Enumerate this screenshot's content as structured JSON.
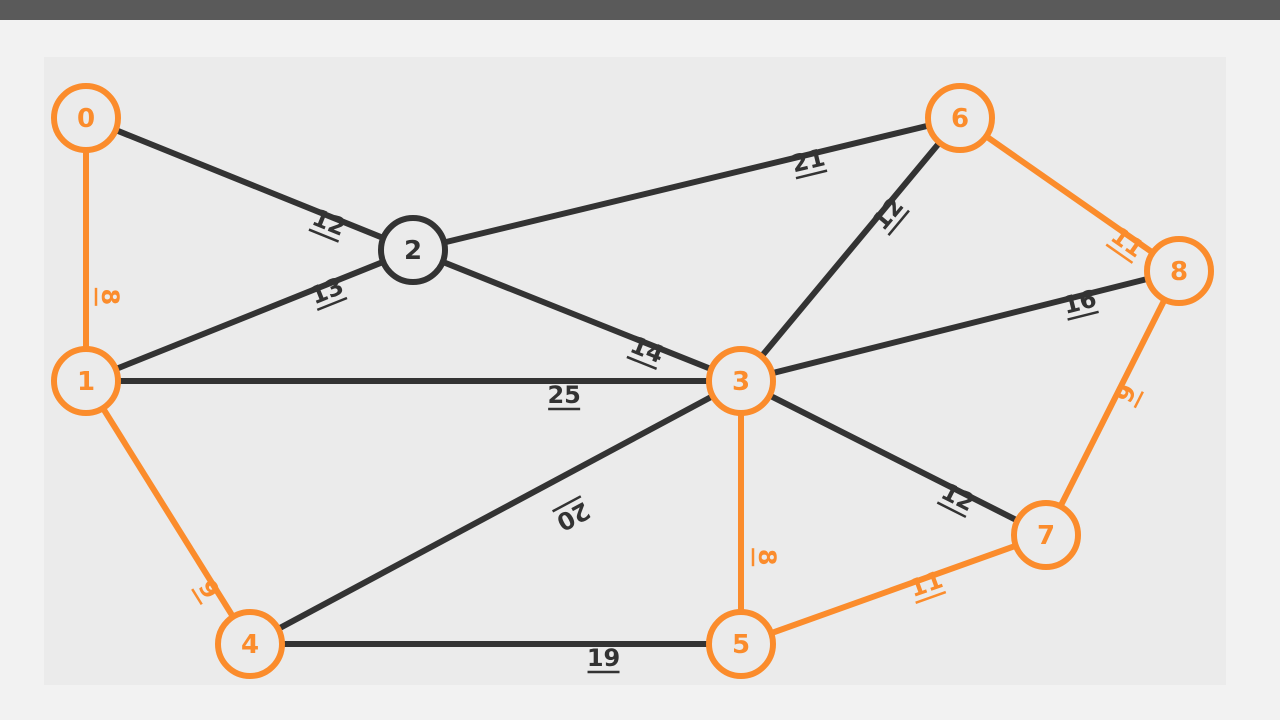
{
  "colors": {
    "highlight": "#fb8c2c",
    "default": "#333333",
    "node_fill": "#ebebeb",
    "panel": "#ebebeb",
    "topbar": "#5a5a5a"
  },
  "nodes": [
    {
      "id": "0",
      "label": "0",
      "highlighted": true
    },
    {
      "id": "1",
      "label": "1",
      "highlighted": true
    },
    {
      "id": "2",
      "label": "2",
      "highlighted": false
    },
    {
      "id": "3",
      "label": "3",
      "highlighted": true
    },
    {
      "id": "4",
      "label": "4",
      "highlighted": true
    },
    {
      "id": "5",
      "label": "5",
      "highlighted": true
    },
    {
      "id": "6",
      "label": "6",
      "highlighted": true
    },
    {
      "id": "7",
      "label": "7",
      "highlighted": true
    },
    {
      "id": "8",
      "label": "8",
      "highlighted": true
    }
  ],
  "edges": [
    {
      "from": "0",
      "to": "1",
      "weight": "8",
      "highlighted": true
    },
    {
      "from": "0",
      "to": "2",
      "weight": "12",
      "highlighted": false
    },
    {
      "from": "1",
      "to": "2",
      "weight": "13",
      "highlighted": false
    },
    {
      "from": "1",
      "to": "3",
      "weight": "25",
      "highlighted": false
    },
    {
      "from": "1",
      "to": "4",
      "weight": "9",
      "highlighted": true
    },
    {
      "from": "2",
      "to": "3",
      "weight": "14",
      "highlighted": false
    },
    {
      "from": "2",
      "to": "6",
      "weight": "21",
      "highlighted": false
    },
    {
      "from": "3",
      "to": "4",
      "weight": "20",
      "highlighted": false
    },
    {
      "from": "3",
      "to": "5",
      "weight": "8",
      "highlighted": true
    },
    {
      "from": "3",
      "to": "6",
      "weight": "12",
      "highlighted": false
    },
    {
      "from": "3",
      "to": "7",
      "weight": "12",
      "highlighted": false
    },
    {
      "from": "3",
      "to": "8",
      "weight": "16",
      "highlighted": false
    },
    {
      "from": "4",
      "to": "5",
      "weight": "19",
      "highlighted": false
    },
    {
      "from": "5",
      "to": "7",
      "weight": "11",
      "highlighted": true
    },
    {
      "from": "6",
      "to": "8",
      "weight": "11",
      "highlighted": true
    },
    {
      "from": "7",
      "to": "8",
      "weight": "9",
      "highlighted": true
    }
  ]
}
